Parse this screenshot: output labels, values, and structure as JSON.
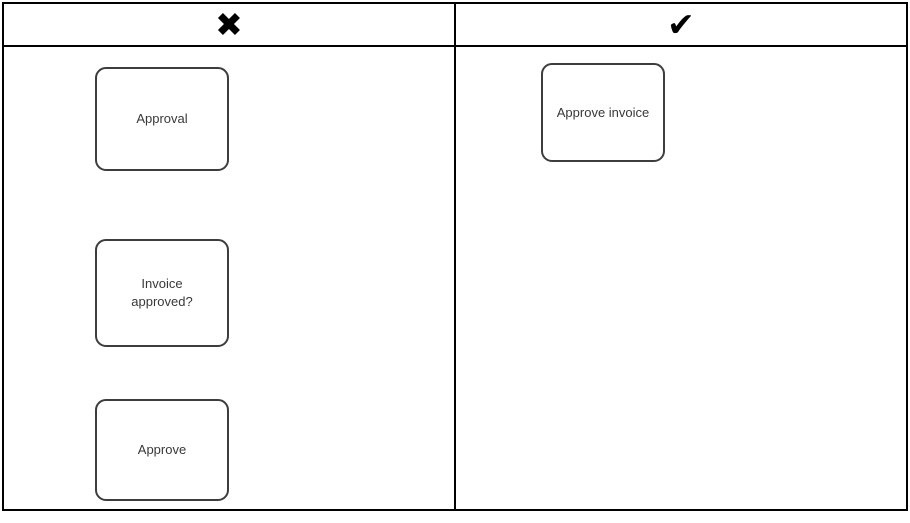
{
  "table": {
    "wrong_column": {
      "header_symbol": "✖",
      "boxes": [
        {
          "label": "Approval"
        },
        {
          "label": "Invoice approved?"
        },
        {
          "label": "Approve"
        }
      ]
    },
    "correct_column": {
      "header_symbol": "✔",
      "boxes": [
        {
          "label": "Approve invoice"
        }
      ]
    }
  },
  "colors": {
    "table_border": "#000000",
    "task_box_border": "#3d3d3d",
    "task_box_text": "#383838",
    "background": "#ffffff"
  }
}
